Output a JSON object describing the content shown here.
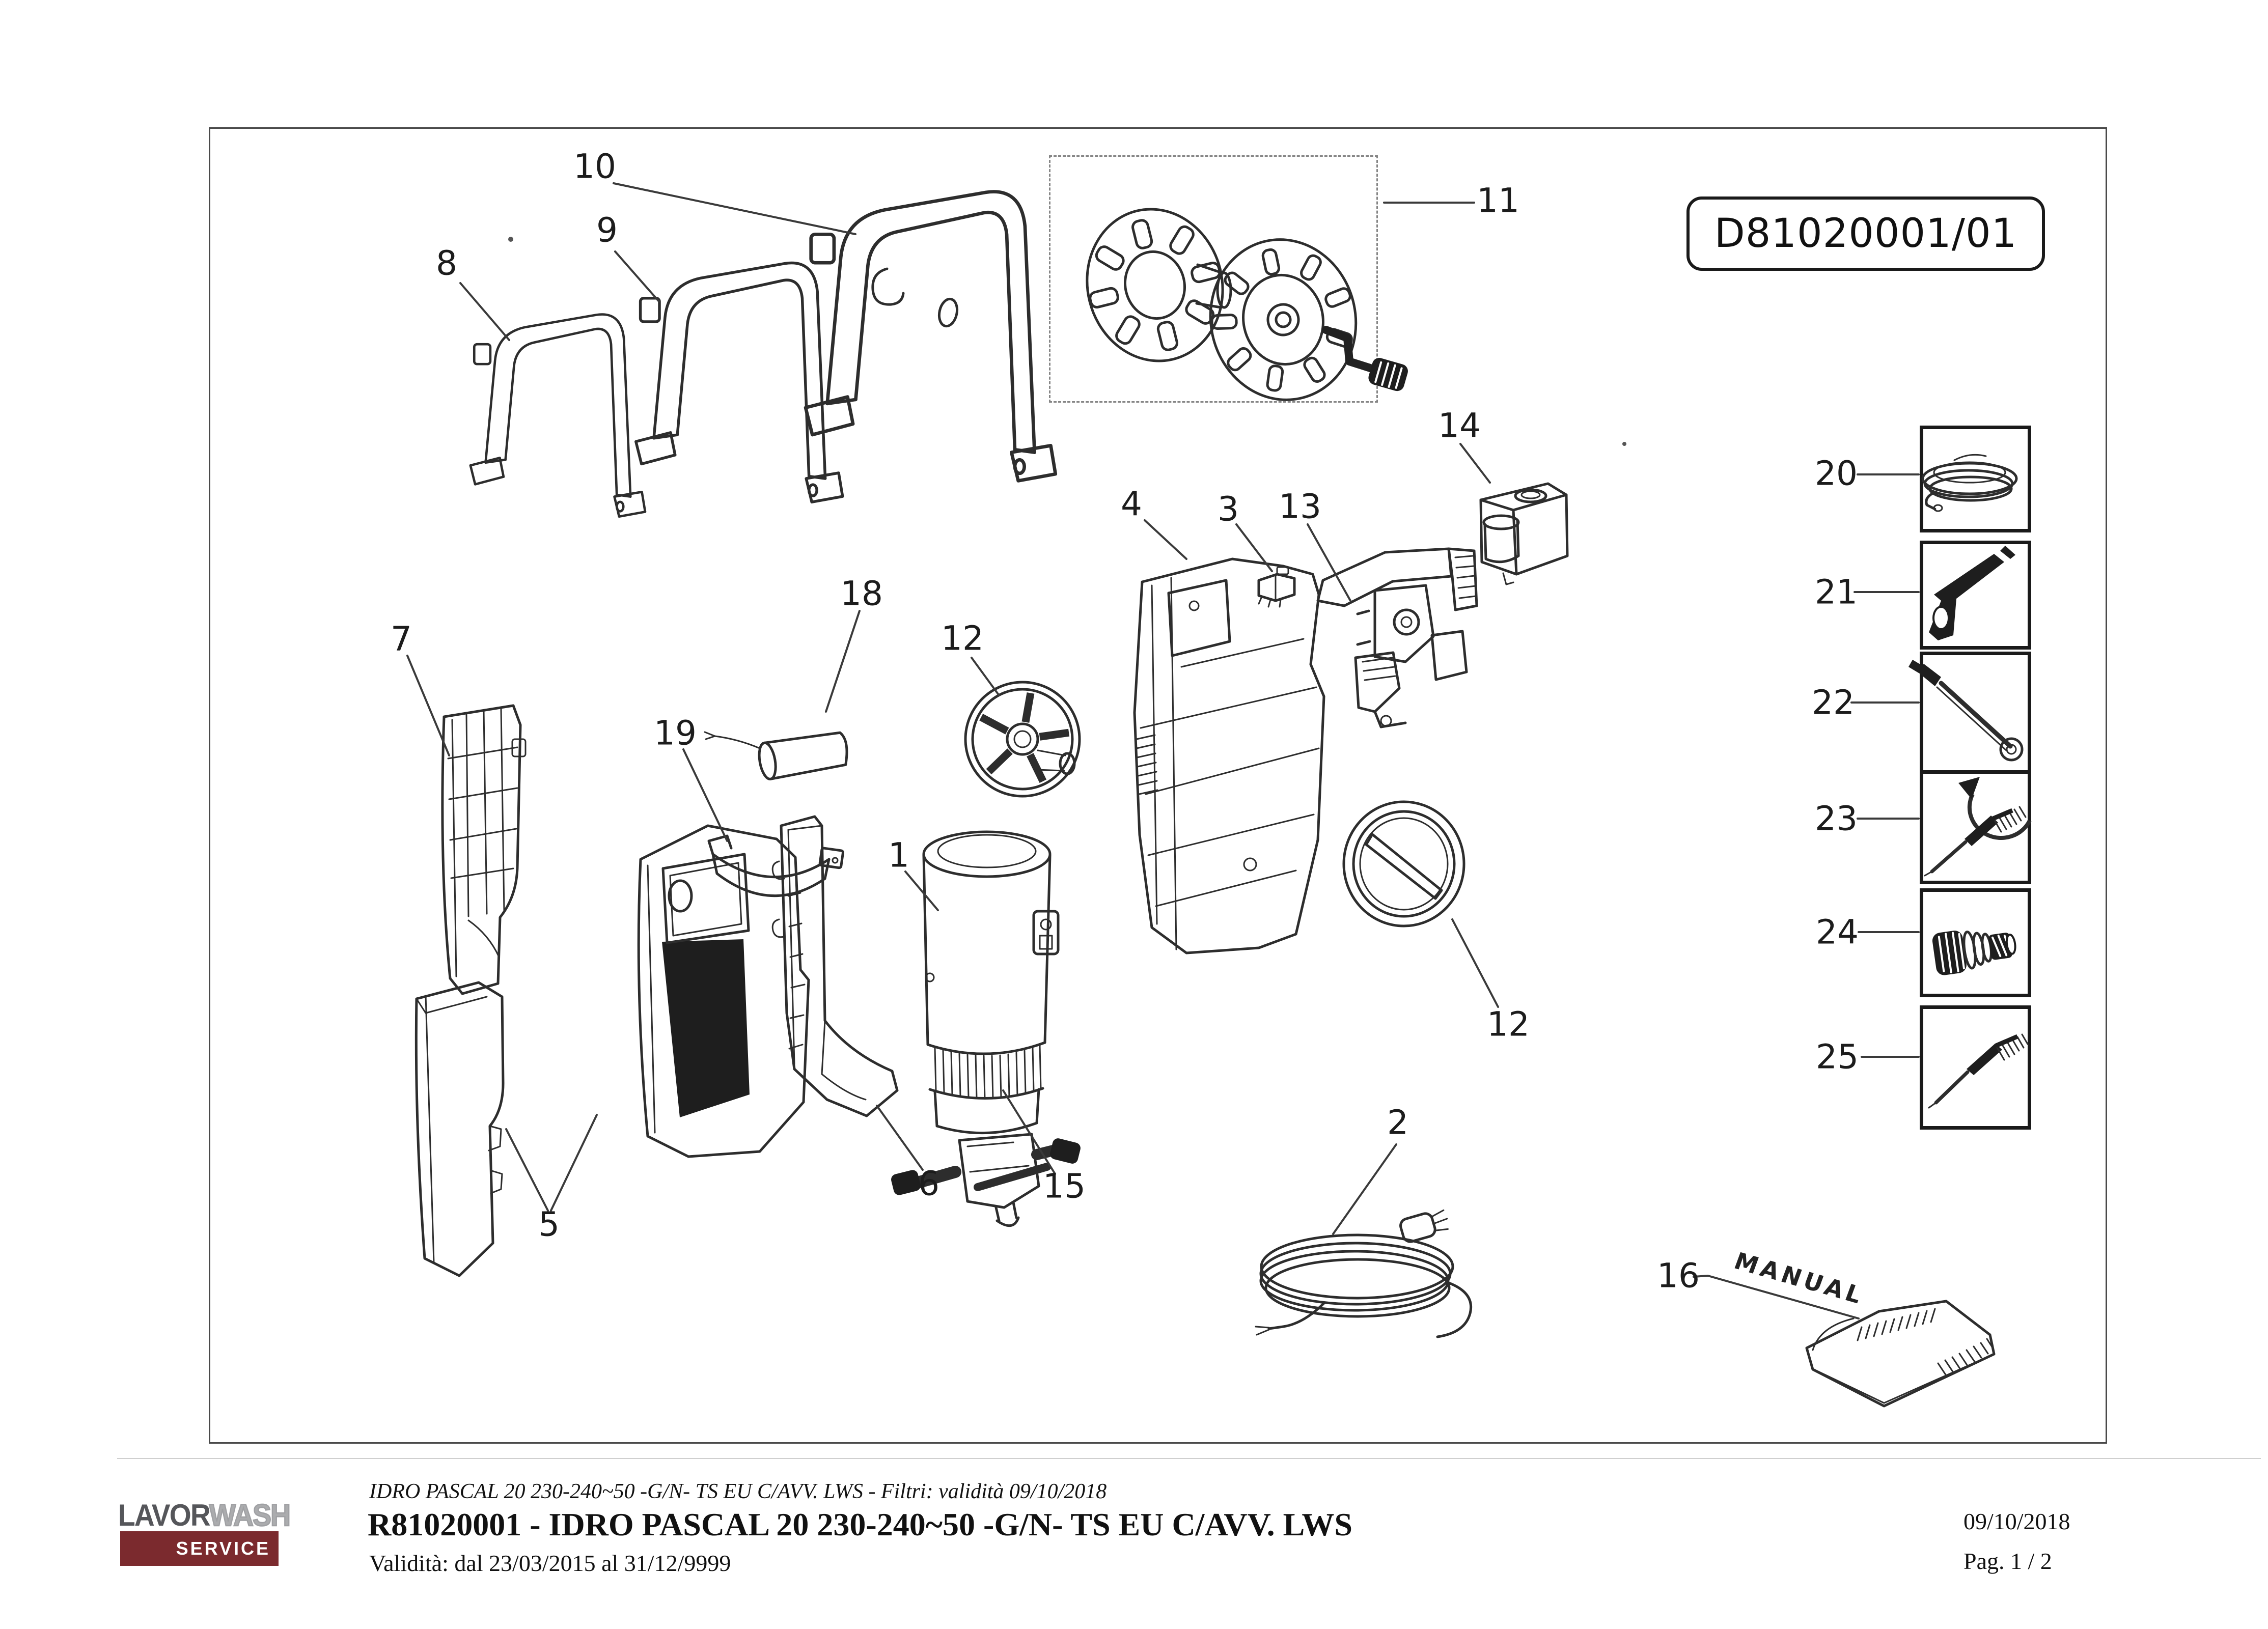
{
  "header": {
    "drawing_code": "D81020001/01"
  },
  "callouts": {
    "c1": "1",
    "c2": "2",
    "c3": "3",
    "c4": "4",
    "c5": "5",
    "c6": "6",
    "c7": "7",
    "c8": "8",
    "c9": "9",
    "c10": "10",
    "c11": "11",
    "c12a": "12",
    "c12b": "12",
    "c13": "13",
    "c14": "14",
    "c15": "15",
    "c16": "16",
    "c18": "18",
    "c19": "19",
    "c20": "20",
    "c21": "21",
    "c22": "22",
    "c23": "23",
    "c24": "24",
    "c25": "25",
    "manual": "MANUAL"
  },
  "footer": {
    "model_line": "IDRO PASCAL 20 230-240~50 -G/N- TS EU C/AVV. LWS - Filtri: validità 09/10/2018",
    "title_line": "R81020001 - IDRO PASCAL 20 230-240~50 -G/N- TS EU C/AVV. LWS",
    "validity_line": "Validità: dal 23/03/2015 al 31/12/9999",
    "date": "09/10/2018",
    "page_number": "Pag. 1 / 2",
    "logo": {
      "lavor": "LAVOR",
      "wash": "WASH",
      "service": "SERVICE"
    }
  },
  "colors": {
    "logo_maroon": "#7b2a2e",
    "line_art": "#2d2d2d"
  }
}
